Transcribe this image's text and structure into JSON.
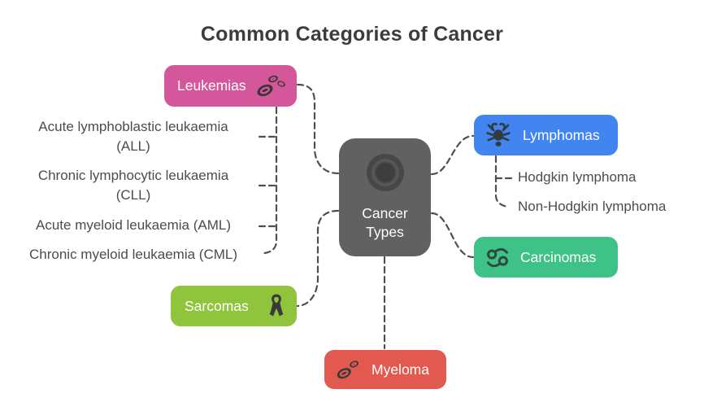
{
  "title": "Common Categories of Cancer",
  "style": {
    "connector_color": "#4f4f4f",
    "text_color": "#4c4c4c",
    "title_color": "#3c3c3c",
    "background": "#ffffff",
    "node_text_color": "#ffffff"
  },
  "center": {
    "label": "Cancer\nTypes",
    "icon": "target-circle-icon",
    "color": "#616161"
  },
  "categories": [
    {
      "id": "leukemias",
      "label": "Leukemias",
      "color": "#d4569b",
      "icon": "blood-cells-icon"
    },
    {
      "id": "lymphomas",
      "label": "Lymphomas",
      "color": "#4285f0",
      "icon": "crab-icon"
    },
    {
      "id": "carcinomas",
      "label": "Carcinomas",
      "color": "#3ec287",
      "icon": "cancer-symbol-icon"
    },
    {
      "id": "sarcomas",
      "label": "Sarcomas",
      "color": "#90c43c",
      "icon": "awareness-ribbon-icon"
    },
    {
      "id": "myeloma",
      "label": "Myeloma",
      "color": "#e25950",
      "icon": "blood-cells-icon"
    }
  ],
  "leukemia_subtypes": [
    "Acute lymphoblastic leukaemia\n(ALL)",
    "Chronic lymphocytic leukaemia\n(CLL)",
    "Acute myeloid leukaemia (AML)",
    "Chronic myeloid leukaemia (CML)"
  ],
  "lymphoma_subtypes": [
    "Hodgkin lymphoma",
    "Non-Hodgkin lymphoma"
  ]
}
